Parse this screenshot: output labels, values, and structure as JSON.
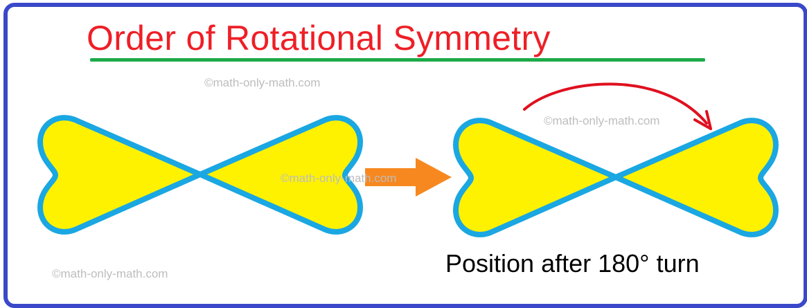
{
  "title": "Order of Rotational Symmetry",
  "watermarks": [
    "©math-only-math.com",
    "©math-only-math.com",
    "©math-only-math.com",
    "©math-only-math.com"
  ],
  "caption": "Position after 180° turn",
  "colors": {
    "frame": "#3a48c9",
    "title": "#ee1f26",
    "underline": "#1daa4a",
    "shape_fill": "#fff200",
    "shape_outline": "#1aa7e2",
    "arrow": "#f7881f",
    "rotation_arrow": "#e0101f"
  }
}
